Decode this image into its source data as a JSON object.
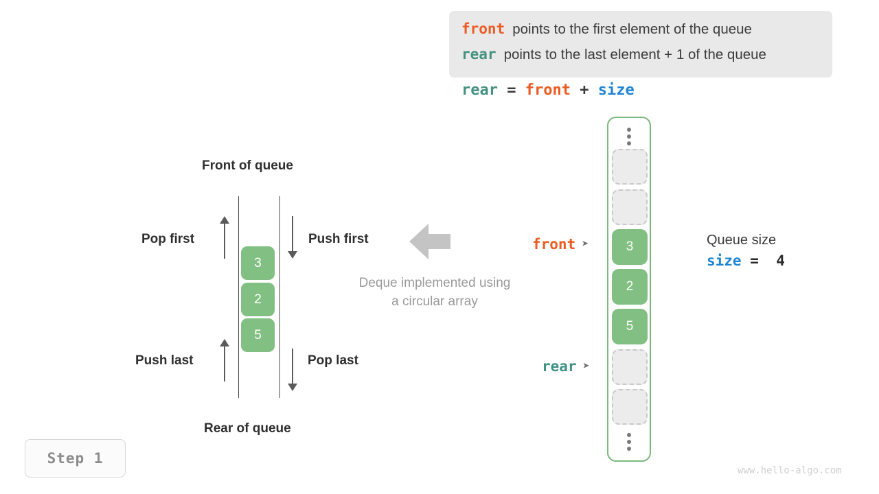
{
  "info_box": {
    "lines": [
      {
        "keyword": "front",
        "keyword_color": "#ec5b23",
        "text": "points to the first element of the queue"
      },
      {
        "keyword": "rear",
        "keyword_color": "#45917f",
        "text": "points to the last element + 1 of the queue"
      }
    ]
  },
  "formula": {
    "lhs": "rear",
    "eq": "=",
    "rhs1": "front",
    "plus": "+",
    "rhs2": "size"
  },
  "deque": {
    "top_label": "Front of queue",
    "bottom_label": "Rear of queue",
    "operations": [
      {
        "name": "pop-first",
        "label": "Pop first",
        "direction": "up"
      },
      {
        "name": "push-first",
        "label": "Push first",
        "direction": "down"
      },
      {
        "name": "push-last",
        "label": "Push last",
        "direction": "up"
      },
      {
        "name": "pop-last",
        "label": "Pop last",
        "direction": "down"
      }
    ],
    "cells": [
      "3",
      "2",
      "5"
    ],
    "caption_line1": "Deque implemented using",
    "caption_line2": "a circular array"
  },
  "array": {
    "cells": [
      {
        "value": "",
        "state": "empty"
      },
      {
        "value": "",
        "state": "empty"
      },
      {
        "value": "3",
        "state": "filled"
      },
      {
        "value": "2",
        "state": "filled"
      },
      {
        "value": "5",
        "state": "filled"
      },
      {
        "value": "",
        "state": "empty"
      },
      {
        "value": "",
        "state": "empty"
      }
    ],
    "pointers": [
      {
        "name": "front",
        "label": "front",
        "tip": "➤",
        "color": "#ec5b23"
      },
      {
        "name": "rear",
        "label": "rear",
        "tip": "➤",
        "color": "#3f9186"
      }
    ]
  },
  "queue_size": {
    "title": "Queue size",
    "var": "size",
    "eq": "=",
    "value": "4"
  },
  "step_badge": {
    "label": "Step 1"
  },
  "watermark": {
    "text": "www.hello-algo.com"
  },
  "colors": {
    "green": "#82bf82",
    "orange": "#ec5b23",
    "teal": "#3f9186",
    "blue": "#1f86d4",
    "gray_arrow": "#c4c4c4"
  }
}
